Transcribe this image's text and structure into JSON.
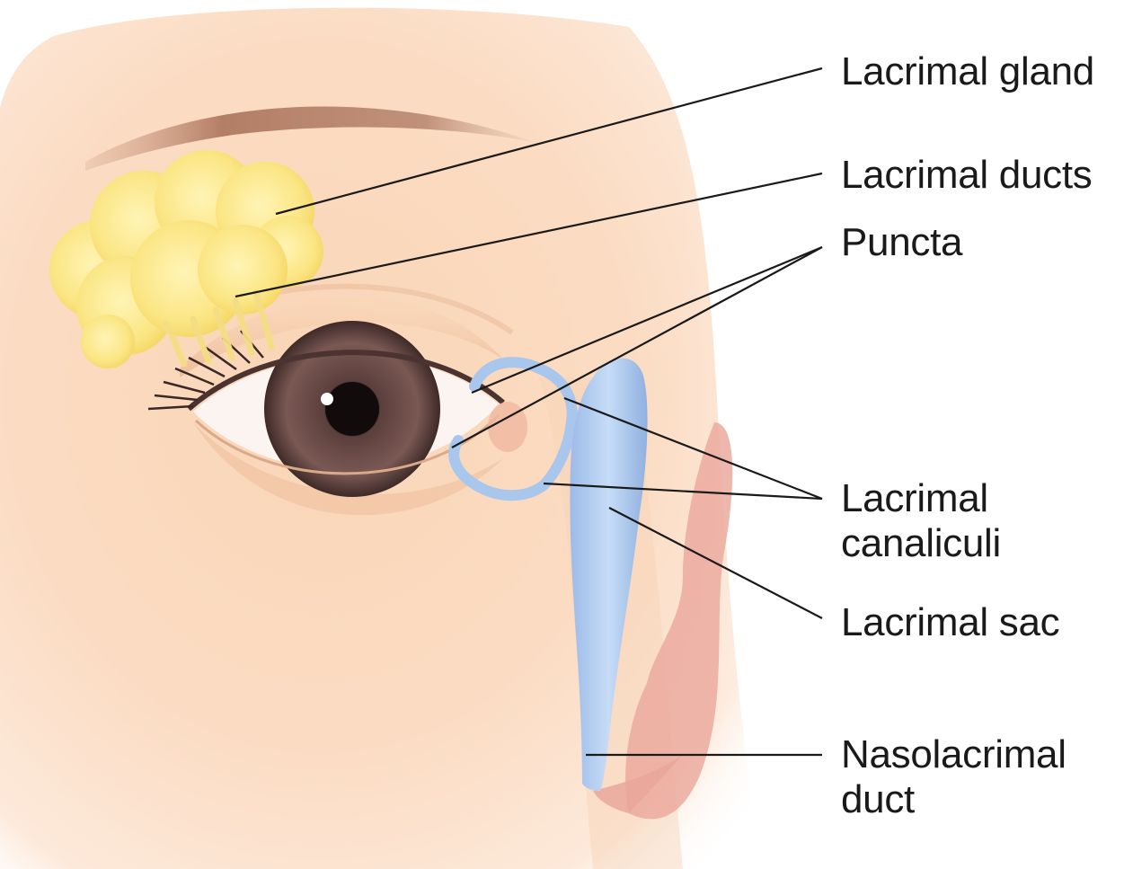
{
  "labels": {
    "lacrimal_gland": "Lacrimal gland",
    "lacrimal_ducts": "Lacrimal ducts",
    "puncta": "Puncta",
    "lacrimal_canaliculi_line1": "Lacrimal",
    "lacrimal_canaliculi_line2": "canaliculi",
    "lacrimal_sac": "Lacrimal sac",
    "nasolacrimal_duct_line1": "Nasolacrimal",
    "nasolacrimal_duct_line2": "duct"
  },
  "colors": {
    "skin": "#f8d9bd",
    "gland": "#fbe98a",
    "duct_system": "#a9c6ec",
    "iris": "#6a4d4a",
    "nasal_mucosa": "#e9a49a",
    "leader_lines": "#1a1a1a"
  }
}
